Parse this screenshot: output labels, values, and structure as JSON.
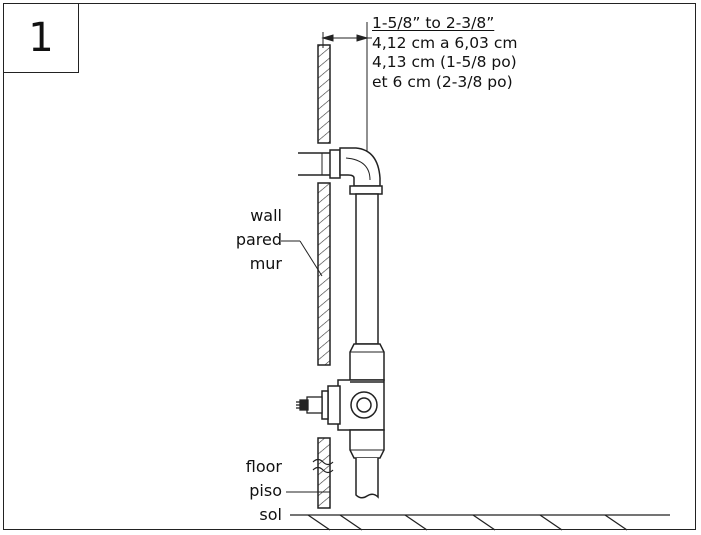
{
  "step": {
    "number": "1"
  },
  "dimension": {
    "lines": [
      "1-5/8” to 2-3/8”",
      "4,12 cm a 6,03 cm",
      "4,13 cm (1-5/8 po)",
      "et 6 cm (2-3/8 po)"
    ]
  },
  "labels": {
    "wall": [
      "wall",
      "pared",
      "mur"
    ],
    "floor": [
      "floor",
      "piso",
      "sol"
    ]
  }
}
